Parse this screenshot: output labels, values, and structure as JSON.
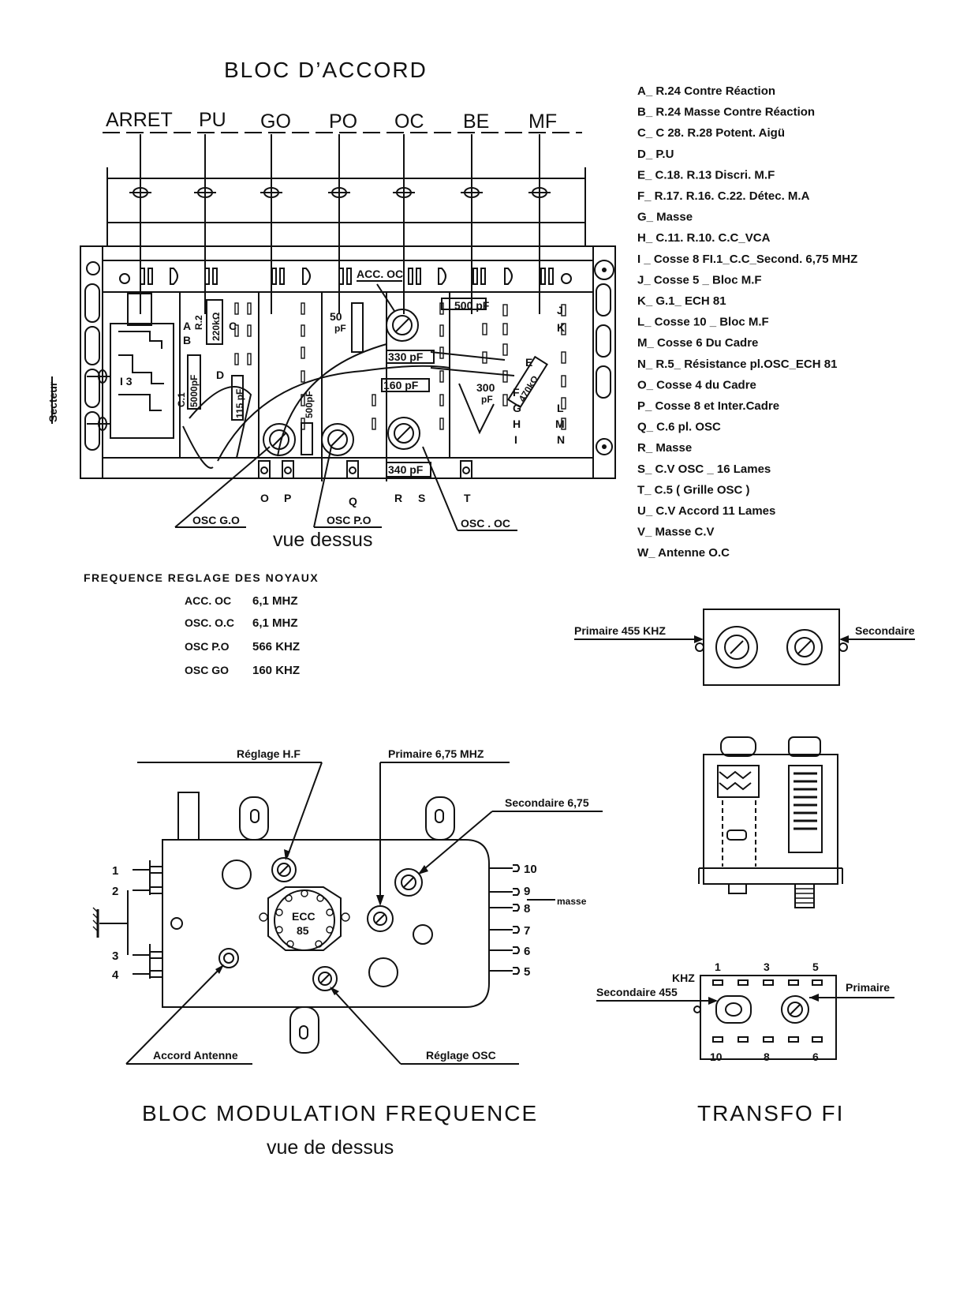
{
  "bloc_accord": {
    "title": "BLOC D’ACCORD",
    "switches": [
      "ARRET",
      "PU",
      "GO",
      "PO",
      "OC",
      "BE",
      "MF"
    ],
    "view_label": "vue dessus",
    "secteur_label": "Secteur",
    "component_labels": {
      "acc_oc": "ACC. OC",
      "c50pf": "50 pF",
      "c500pf_top": "500 pF",
      "c330pf": "330 pF",
      "c160pf": "160 pF",
      "c300pf": "300 pF",
      "c340pf": "340 pF",
      "c500pf_vert": "500pF",
      "c115pf": "115 pF",
      "c1": "C.1",
      "c5000pf": "5000pF",
      "r2": "R.2",
      "r220k": "220kΩ",
      "r470k": "470kΩ",
      "i3": "I 3"
    },
    "side_letters_left": [
      "A",
      "B",
      "C",
      "D"
    ],
    "side_letters_mid": [
      "E",
      "F",
      "G",
      "H",
      "I"
    ],
    "side_letters_right": [
      "J",
      "K",
      "L",
      "M",
      "N"
    ],
    "bottom_letters": [
      "O",
      "P",
      "Q",
      "R",
      "S",
      "T"
    ],
    "callouts": [
      "OSC G.O",
      "OSC P.O",
      "OSC . OC"
    ]
  },
  "legend": [
    "A_ R.24 Contre Réaction",
    "B_ R.24 Masse Contre Réaction",
    "C_ C 28. R.28 Potent. Aigü",
    "D_ P.U",
    "E_ C.18. R.13 Discri. M.F",
    "F_ R.17. R.16. C.22. Détec. M.A",
    "G_ Masse",
    "H_ C.11. R.10. C.C_VCA",
    "I _ Cosse 8 FI.1_C.C_Second. 6,75 MHZ",
    "J_ Cosse 5 _ Bloc M.F",
    "K_ G.1_ ECH 81",
    "L_ Cosse 10 _ Bloc M.F",
    "M_ Cosse 6 Du Cadre",
    "N_ R.5_ Résistance pl.OSC_ECH 81",
    "O_ Cosse 4 du Cadre",
    "P_ Cosse 8 et Inter.Cadre",
    "Q_ C.6 pl. OSC",
    "R_ Masse",
    "S_ C.V OSC _ 16 Lames",
    "T_ C.5 ( Grille OSC )",
    "U_ C.V Accord 11 Lames",
    "V_ Masse C.V",
    "W_ Antenne O.C"
  ],
  "frequences": {
    "title": "FREQUENCE REGLAGE DES NOYAUX",
    "rows": [
      {
        "name": "ACC. OC",
        "value": "6,1 MHZ"
      },
      {
        "name": "OSC. O.C",
        "value": "6,1 MHZ"
      },
      {
        "name": "OSC P.O",
        "value": "566 KHZ"
      },
      {
        "name": "OSC GO",
        "value": "160 KHZ"
      }
    ]
  },
  "transfo_top": {
    "primaire": "Primaire 455 KHZ",
    "secondaire": "Secondaire"
  },
  "bloc_mf": {
    "title": "BLOC MODULATION FREQUENCE",
    "subtitle": "vue de dessus",
    "reglage_hf": "Réglage H.F",
    "primaire": "Primaire 6,75 MHZ",
    "secondaire": "Secondaire 6,75",
    "accord": "Accord Antenne",
    "reglage_osc": "Réglage OSC",
    "masse": "masse",
    "tube": [
      "ECC",
      "85"
    ],
    "pins_left": [
      "1",
      "2",
      "3",
      "4"
    ],
    "pins_right": [
      "10",
      "9",
      "8",
      "7",
      "6",
      "5"
    ]
  },
  "transfo_fi": {
    "title": "TRANSFO FI",
    "khz": "KHZ",
    "secondaire": "Secondaire 455",
    "primaire": "Primaire",
    "pins_top": [
      "1",
      "3",
      "5"
    ],
    "pins_bottom": [
      "10",
      "8",
      "6"
    ]
  }
}
